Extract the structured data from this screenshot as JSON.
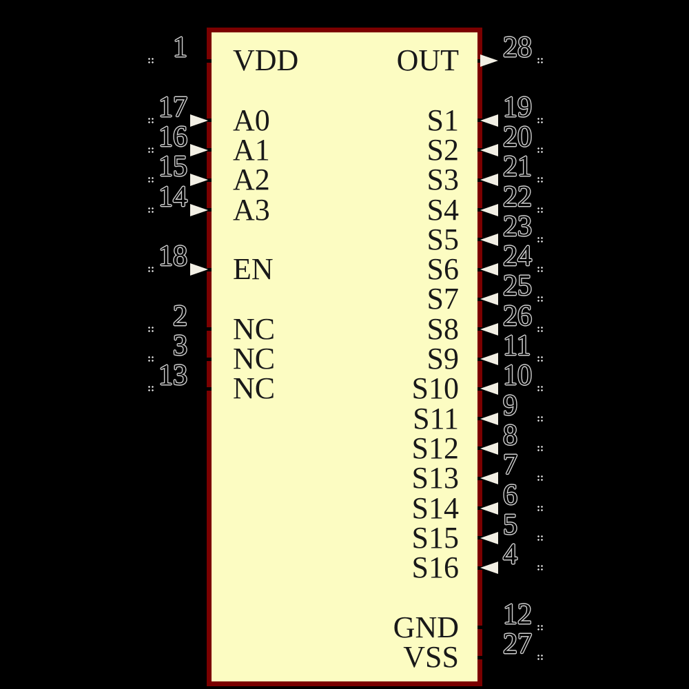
{
  "colors": {
    "background": "#000000",
    "body_fill": "#FCFCC2",
    "body_border": "#7B0000",
    "arrow_fill": "#F2EFE4",
    "dot_color": "#DCDCDC",
    "number_outline": "#CFCFCF",
    "label_color": "#191919"
  },
  "pins": {
    "left": [
      {
        "name": "VDD",
        "number": "1",
        "row": 0,
        "arrow": "none"
      },
      {
        "name": "A0",
        "number": "17",
        "row": 2,
        "arrow": "in"
      },
      {
        "name": "A1",
        "number": "16",
        "row": 3,
        "arrow": "in"
      },
      {
        "name": "A2",
        "number": "15",
        "row": 4,
        "arrow": "in"
      },
      {
        "name": "A3",
        "number": "14",
        "row": 5,
        "arrow": "in"
      },
      {
        "name": "EN",
        "number": "18",
        "row": 7,
        "arrow": "in"
      },
      {
        "name": "NC",
        "number": "2",
        "row": 9,
        "arrow": "none"
      },
      {
        "name": "NC",
        "number": "3",
        "row": 10,
        "arrow": "none"
      },
      {
        "name": "NC",
        "number": "13",
        "row": 11,
        "arrow": "none"
      }
    ],
    "right": [
      {
        "name": "OUT",
        "number": "28",
        "row": 0,
        "arrow": "out"
      },
      {
        "name": "S1",
        "number": "19",
        "row": 2,
        "arrow": "in"
      },
      {
        "name": "S2",
        "number": "20",
        "row": 3,
        "arrow": "in"
      },
      {
        "name": "S3",
        "number": "21",
        "row": 4,
        "arrow": "in"
      },
      {
        "name": "S4",
        "number": "22",
        "row": 5,
        "arrow": "in"
      },
      {
        "name": "S5",
        "number": "23",
        "row": 6,
        "arrow": "in"
      },
      {
        "name": "S6",
        "number": "24",
        "row": 7,
        "arrow": "in"
      },
      {
        "name": "S7",
        "number": "25",
        "row": 8,
        "arrow": "in"
      },
      {
        "name": "S8",
        "number": "26",
        "row": 9,
        "arrow": "in"
      },
      {
        "name": "S9",
        "number": "11",
        "row": 10,
        "arrow": "in"
      },
      {
        "name": "S10",
        "number": "10",
        "row": 11,
        "arrow": "in"
      },
      {
        "name": "S11",
        "number": "9",
        "row": 12,
        "arrow": "in"
      },
      {
        "name": "S12",
        "number": "8",
        "row": 13,
        "arrow": "in"
      },
      {
        "name": "S13",
        "number": "7",
        "row": 14,
        "arrow": "in"
      },
      {
        "name": "S14",
        "number": "6",
        "row": 15,
        "arrow": "in"
      },
      {
        "name": "S15",
        "number": "5",
        "row": 16,
        "arrow": "in"
      },
      {
        "name": "S16",
        "number": "4",
        "row": 17,
        "arrow": "in"
      },
      {
        "name": "GND",
        "number": "12",
        "row": 19,
        "arrow": "none"
      },
      {
        "name": "VSS",
        "number": "27",
        "row": 20,
        "arrow": "none"
      }
    ]
  }
}
